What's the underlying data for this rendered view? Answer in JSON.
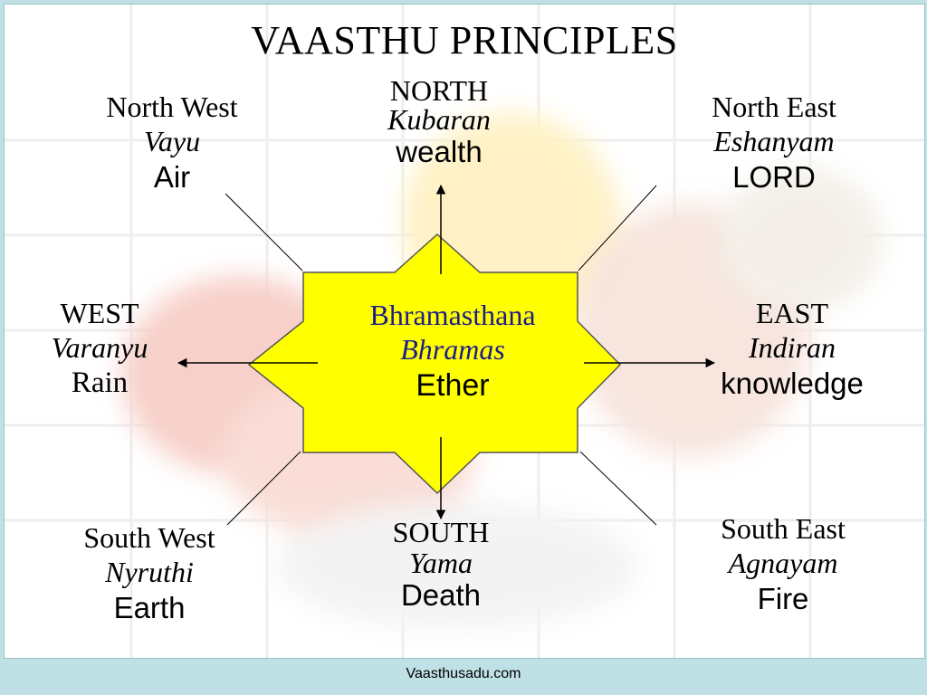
{
  "title": "VAASTHU PRINCIPLES",
  "center": {
    "name": "Bhramasthana",
    "deity": "Bhramas",
    "element": "Ether"
  },
  "north": {
    "name": "NORTH",
    "deity": "Kubaran",
    "element": "wealth"
  },
  "north_west": {
    "name": "North West",
    "deity": "Vayu",
    "element": "Air"
  },
  "north_east": {
    "name": "North East",
    "deity": "Eshanyam",
    "element": "LORD"
  },
  "west": {
    "name": "WEST",
    "deity": "Varanyu",
    "element": "Rain"
  },
  "east": {
    "name": "EAST",
    "deity": "Indiran",
    "element": "knowledge"
  },
  "south_west": {
    "name": "South West",
    "deity": "Nyruthi",
    "element": "Earth"
  },
  "south": {
    "name": "SOUTH",
    "deity": "Yama",
    "element": "Death"
  },
  "south_east": {
    "name": "South East",
    "deity": "Agnayam",
    "element": "Fire"
  },
  "footer": "Vaasthusadu.com",
  "colors": {
    "star_fill": "#ffff00",
    "center_text": "#1d1d8a",
    "footer_bg": "#bfe0e4"
  }
}
